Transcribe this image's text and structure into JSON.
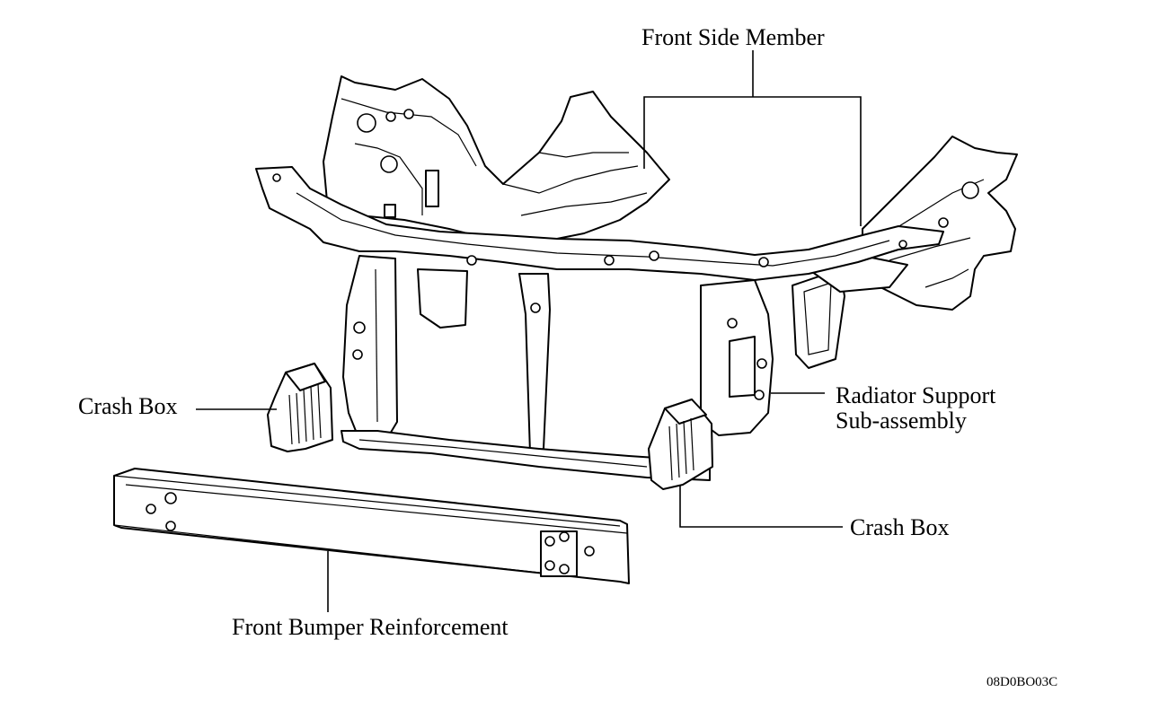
{
  "labels": {
    "front_side_member": "Front Side Member",
    "crash_box_left": "Crash Box",
    "radiator_support_line1": "Radiator Support",
    "radiator_support_line2": "Sub-assembly",
    "crash_box_right": "Crash Box",
    "front_bumper_reinforcement": "Front Bumper Reinforcement"
  },
  "figure_code": "08D0BO03C"
}
